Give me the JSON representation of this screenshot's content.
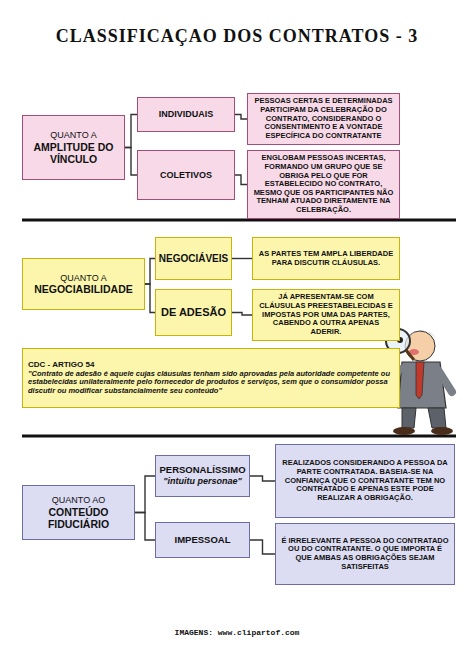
{
  "diagram": {
    "title": "CLASSIFICAÇAO DOS CONTRATOS - 3",
    "nodes": [
      {
        "text": [
          "QUANTO A",
          "AMPLITUDE DO VÍNCULO"
        ]
      },
      {
        "text": [
          "INDIVIDUAIS"
        ]
      },
      {
        "text": [
          "PESSOAS CERTAS E DETERMINADAS PARTICIPAM DA CELEBRAÇÃO DO CONTRATO, CONSIDERANDO O CONSENTIMENTO E A VONTADE ESPECÍFICA DO CONTRATANTE"
        ]
      },
      {
        "text": [
          "COLETIVOS"
        ]
      },
      {
        "text": [
          "ENGLOBAM PESSOAS INCERTAS, FORMANDO UM GRUPO QUE SE OBRIGA PELO QUE FOR ESTABELECIDO NO CONTRATO, MESMO QUE OS PARTICIPANTES NÃO TENHAM ATUADO DIRETAMENTE NA CELEBRAÇÃO."
        ]
      },
      {
        "text": [
          "QUANTO A",
          "NEGOCIABILIDADE"
        ]
      },
      {
        "text": [
          "NEGOCIÁVEIS"
        ]
      },
      {
        "text": [
          "AS PARTES TEM AMPLA LIBERDADE PARA DISCUTIR CLÁUSULAS."
        ]
      },
      {
        "text": [
          "DE ADESÃO"
        ]
      },
      {
        "text": [
          "JÁ APRESENTAM-SE COM CLÁUSULAS PREESTABELECIDAS E IMPOSTAS POR UMA DAS PARTES, CABENDO A OUTRA APENAS ADERIR."
        ]
      },
      {
        "text": [
          "CDC - ARTIGO 54",
          "\"Contrato de adesão é aquele cujas cláusulas tenham sido aprovadas pela autoridade competente ou estabelecidas unilateralmente pelo fornecedor de produtos e serviços, sem que o consumidor possa discutir ou modificar substancialmente seu conteúdo\""
        ]
      },
      {
        "text": [
          "QUANTO AO",
          "CONTEÚDO FIDUCIÁRIO"
        ]
      },
      {
        "text": [
          "PERSONALÍSSIMO",
          "\"intuitu personae\""
        ]
      },
      {
        "text": [
          "REALIZADOS CONSIDERANDO A PESSOA DA PARTE CONTRATADA. BASEIA-SE NA CONFIANÇA QUE O CONTRATANTE TEM NO CONTRATADO E APENAS ESTE PODE REALIZAR A OBRIGAÇÃO."
        ]
      },
      {
        "text": [
          "IMPESSOAL"
        ]
      },
      {
        "text": [
          "É IRRELEVANTE A PESSOA DO CONTRATADO OU DO CONTRATANTE. O QUE IMPORTA É QUE AMBAS AS OBRIGAÇÕES SEJAM SATISFEITAS"
        ]
      }
    ],
    "edges": [
      {
        "from": 0,
        "to": 1,
        "arrow": "none"
      },
      {
        "from": 0,
        "to": 3,
        "arrow": "none"
      },
      {
        "from": 1,
        "to": 2,
        "arrow": "none"
      },
      {
        "from": 3,
        "to": 4,
        "arrow": "none"
      },
      {
        "from": 5,
        "to": 6,
        "arrow": "none"
      },
      {
        "from": 5,
        "to": 8,
        "arrow": "none"
      },
      {
        "from": 6,
        "to": 7,
        "arrow": "none"
      },
      {
        "from": 8,
        "to": 9,
        "arrow": "none"
      },
      {
        "from": 11,
        "to": 12,
        "arrow": "none"
      },
      {
        "from": 11,
        "to": 14,
        "arrow": "none"
      },
      {
        "from": 12,
        "to": 13,
        "arrow": "none"
      },
      {
        "from": 14,
        "to": 15,
        "arrow": "none"
      }
    ],
    "labels": [
      "IMAGENS: www.clipartof.com"
    ]
  }
}
